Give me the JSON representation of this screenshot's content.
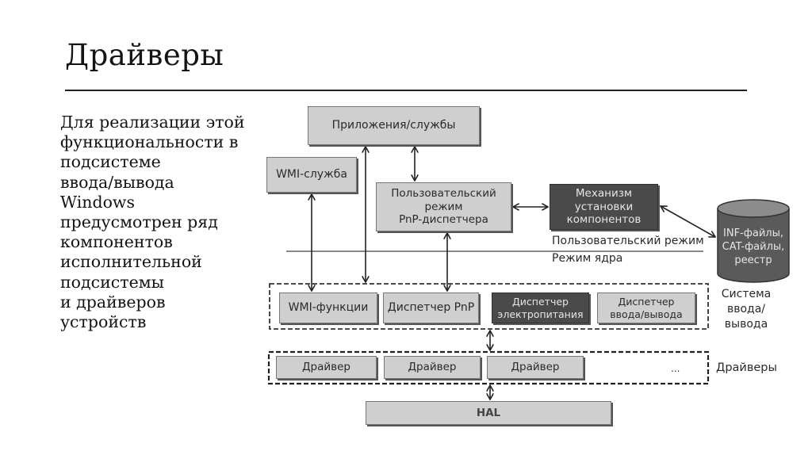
{
  "slide": {
    "title": "Драйверы",
    "body_lines": [
      "Для реализации этой",
      "функциональности в",
      "подсистеме",
      "ввода/вывода",
      "Windows",
      "предусмотрен ряд",
      "компонентов",
      "исполнительной",
      "подсистемы",
      "и драйверов",
      "устройств"
    ]
  },
  "diagram": {
    "apps_services": "Приложения/службы",
    "wmi_service": "WMI-служба",
    "pnp_user_mode": [
      "Пользовательский",
      "режим",
      "PnP-диспетчера"
    ],
    "install_mechanism": [
      "Механизм",
      "установки",
      "компонентов"
    ],
    "storage": [
      "INF-файлы,",
      "CAT-файлы,",
      "реестр"
    ],
    "user_mode_label": "Пользовательский режим",
    "kernel_mode_label": "Режим ядра",
    "io_system_label": [
      "Система",
      "ввода/",
      "вывода"
    ],
    "io_components": {
      "wmi_functions": "WMI-функции",
      "pnp_manager": "Диспетчер PnP",
      "power_manager": [
        "Диспетчер",
        "электропитания"
      ],
      "io_manager": [
        "Диспетчер",
        "ввода/вывода"
      ]
    },
    "drivers": [
      "Драйвер",
      "Драйвер",
      "Драйвер"
    ],
    "drivers_ellipsis": "...",
    "drivers_label": "Драйверы",
    "hal": "HAL"
  }
}
